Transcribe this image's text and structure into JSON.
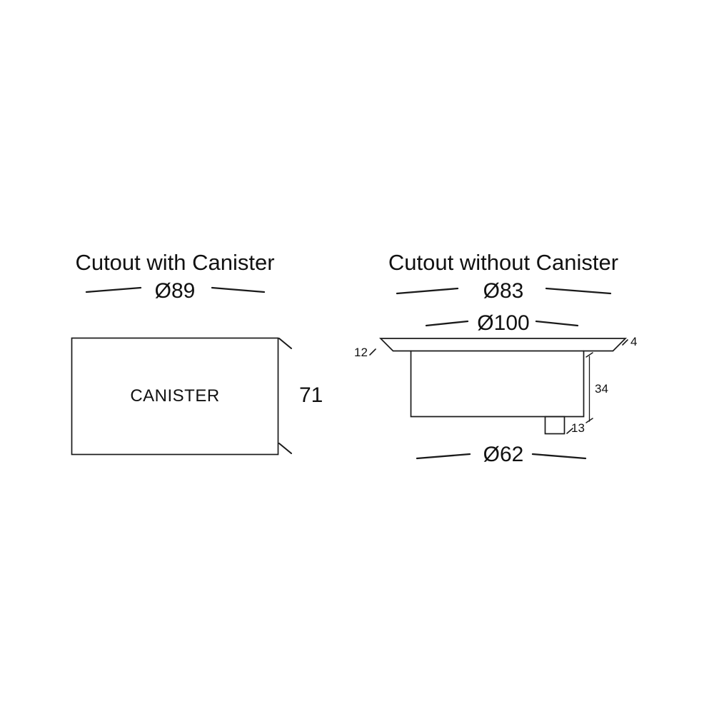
{
  "page": {
    "background": "#ffffff",
    "line_color": "#1a1a1a"
  },
  "left_view": {
    "title": "Cutout with Canister",
    "cutout_diameter": "Ø89",
    "body_label": "CANISTER",
    "canister_height": "71"
  },
  "right_view": {
    "title": "Cutout without Canister",
    "cutout_diameter": "Ø83",
    "flange_diameter": "Ø100",
    "flange_overhang": "12",
    "flange_thickness": "4",
    "body_height": "34",
    "gland_height": "13",
    "body_diameter": "Ø62"
  }
}
